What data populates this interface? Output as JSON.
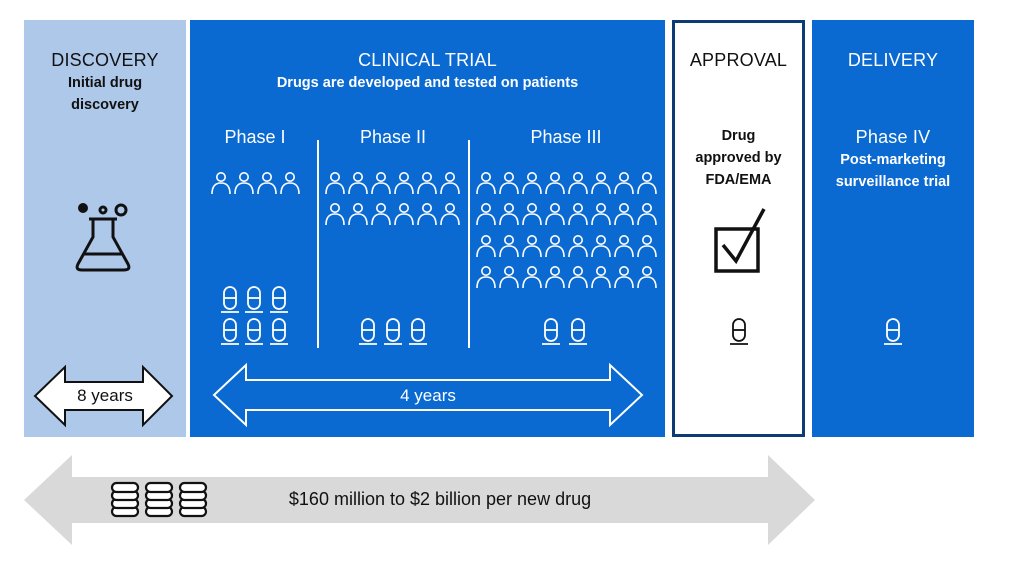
{
  "discovery": {
    "title": "DISCOVERY",
    "subtitle": "Initial drug discovery",
    "icon": "flask-icon",
    "duration": "8 years"
  },
  "clinical": {
    "title": "CLINICAL TRIAL",
    "subtitle": "Drugs are developed and tested on patients",
    "duration": "4 years",
    "phases": [
      {
        "label": "Phase I",
        "patients": 4,
        "pills": 6
      },
      {
        "label": "Phase II",
        "patients": 12,
        "pills": 3
      },
      {
        "label": "Phase III",
        "patients": 32,
        "pills": 2
      }
    ]
  },
  "approval": {
    "title": "APPROVAL",
    "subtitle": "Drug approved by FDA/EMA",
    "icon": "checkbox-icon",
    "pills": 1
  },
  "delivery": {
    "title": "DELIVERY",
    "phase": "Phase IV",
    "subtitle": "Post-marketing surveillance trial",
    "pills": 1
  },
  "cost": {
    "label": "$160 million to $2 billion per new drug",
    "icon": "coin-stack-icon"
  },
  "colors": {
    "primary_blue": "#0a6ad2",
    "light_blue": "#aec8ea",
    "navy_border": "#0d3c75",
    "cost_arrow_gray": "#d9d9d9"
  }
}
